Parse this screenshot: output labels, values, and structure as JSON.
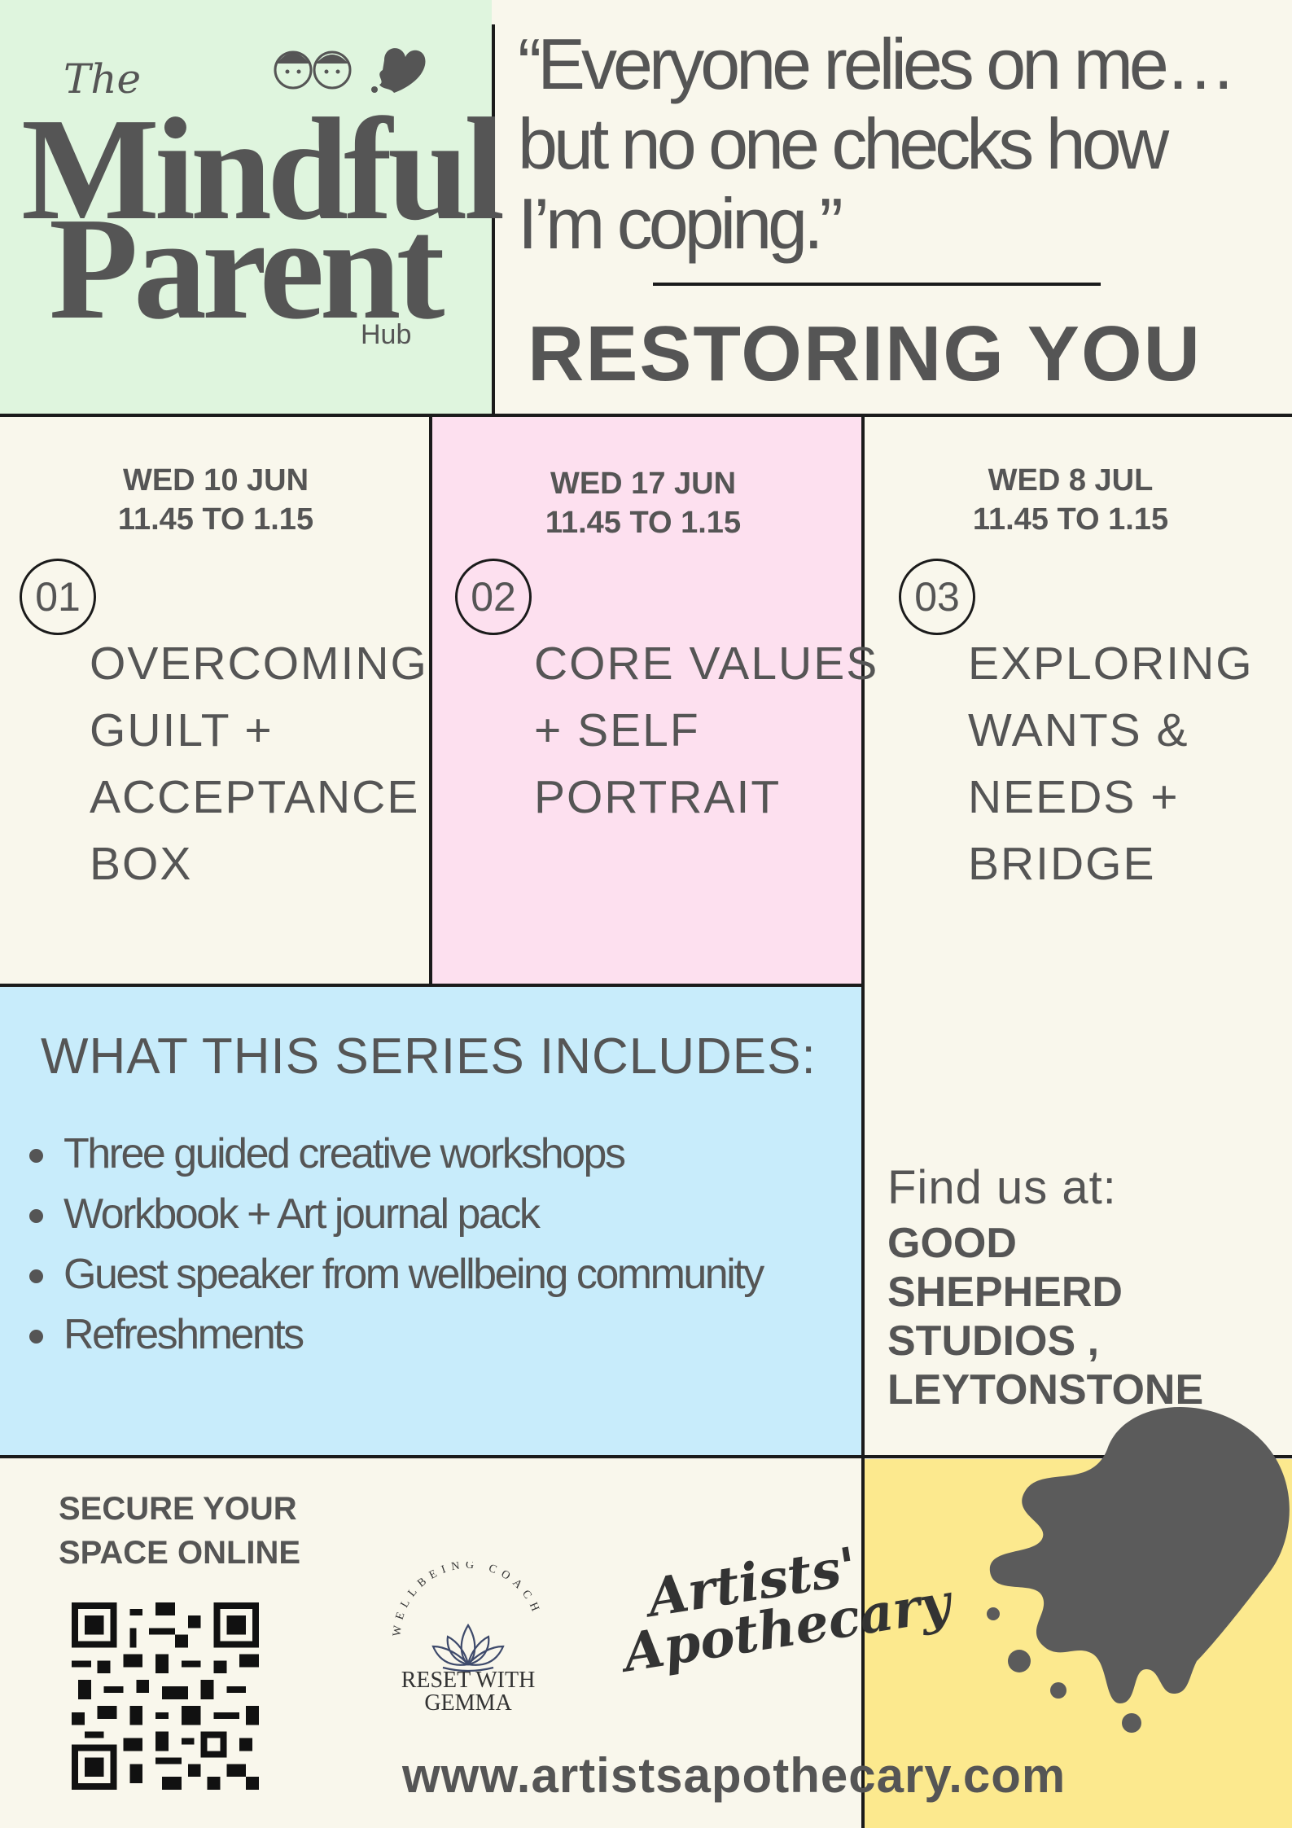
{
  "logo": {
    "the": "The",
    "mindful": "Mindful",
    "parent": "Parent",
    "hub": "Hub"
  },
  "header": {
    "quote_lines": [
      "“Everyone relies on me…",
      "but no one checks how",
      "I’m coping.”"
    ],
    "title": "RESTORING YOU"
  },
  "sessions": [
    {
      "date": "WED 10 JUN",
      "time": "11.45 TO 1.15",
      "number": "01",
      "title_lines": [
        "OVERCOMING",
        "GUILT +",
        "ACCEPTANCE",
        "BOX"
      ]
    },
    {
      "date": "WED 17 JUN",
      "time": "11.45 TO 1.15",
      "number": "02",
      "title_lines": [
        "CORE VALUES",
        "+ SELF",
        "PORTRAIT"
      ]
    },
    {
      "date": "WED 8 JUL",
      "time": "11.45 TO 1.15",
      "number": "03",
      "title_lines": [
        "EXPLORING",
        "WANTS &",
        "NEEDS +",
        "BRIDGE"
      ]
    }
  ],
  "includes": {
    "heading": "WHAT THIS SERIES INCLUDES:",
    "items": [
      "Three guided creative workshops",
      "Workbook + Art journal pack",
      "Guest speaker from wellbeing community",
      "Refreshments"
    ]
  },
  "location": {
    "label": "Find us at:",
    "venue_lines": [
      "GOOD",
      "SHEPHERD",
      "STUDIOS ,",
      "LEYTONSTONE"
    ]
  },
  "booking": {
    "lines": [
      "SECURE YOUR",
      "SPACE ONLINE"
    ]
  },
  "partners": {
    "reset_arc": "WELLBEING COACH",
    "reset_name_lines": [
      "RESET WITH",
      "GEMMA"
    ],
    "artists_lines": [
      "Artists'",
      "Apothecary"
    ]
  },
  "website": "www.artistsapothecary.com",
  "colors": {
    "mint": "#dff5de",
    "pink": "#fde0ef",
    "blue": "#c8ecfb",
    "yellow": "#fce98e",
    "cream": "#f9f7ec",
    "text": "#555555"
  }
}
